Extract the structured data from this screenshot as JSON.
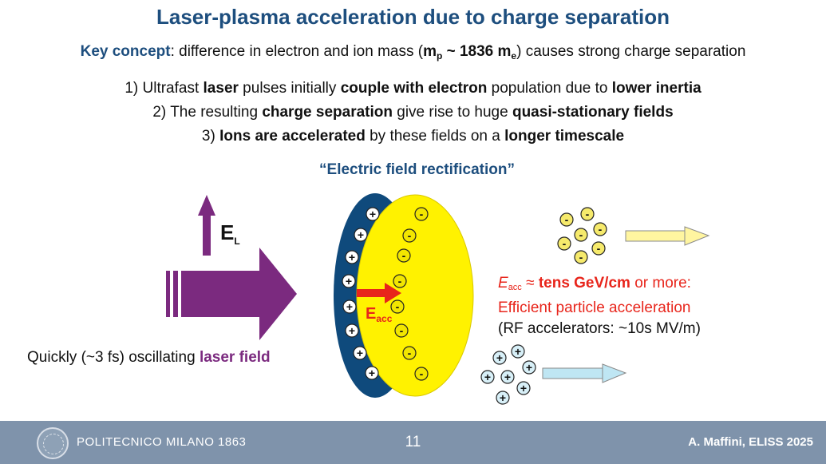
{
  "slide": {
    "title": "Laser-plasma acceleration due to charge separation",
    "key_concept": {
      "label": "Key concept",
      "text_before": ": difference in electron and ion mass (",
      "m1": "m",
      "m1_sub": "p",
      "middle": " ~ 1836 m",
      "m2_sub": "e",
      "text_after": ") causes strong charge separation"
    },
    "points": [
      {
        "a": "1) Ultrafast ",
        "b": "laser",
        "c": " pulses initially ",
        "d": "couple with electron",
        "e": " population due to ",
        "f": "lower inertia"
      },
      {
        "a": "2) The resulting ",
        "b": "charge separation",
        "c": " give rise to huge ",
        "d": "quasi-stationary fields"
      },
      {
        "a": "3) ",
        "b": "Ions are accelerated",
        "c": " by these fields on a ",
        "d": "longer timescale"
      }
    ],
    "rectification_heading": "“Electric field rectification”"
  },
  "diagram": {
    "el_label": "E",
    "el_sub": "L",
    "eacc_label": "E",
    "eacc_sub": "acc",
    "laser_caption_plain": "Quickly (~3 fs) oscillating ",
    "laser_caption_bold": "laser field",
    "acc_line1_e": "E",
    "acc_line1_sub": "acc",
    "acc_line1_approx": " ≈ ",
    "acc_line1_bold": "tens GeV/cm",
    "acc_line1_rest": " or more:",
    "acc_line2": "Efficient particle acceleration",
    "acc_line3": "(RF accelerators: ~10s MV/m)",
    "minus_sign": "-",
    "plus_sign": "+",
    "colors": {
      "title": "#1d4e7e",
      "laser": "#7b2a7f",
      "ion_layer": "#0f4a7c",
      "electron_layer": "#fff200",
      "field_arrow": "#e8251b",
      "electron_arrow": "#fff5a0",
      "ion_arrow": "#bfe6f3"
    }
  },
  "footer": {
    "institution": "POLITECNICO MILANO 1863",
    "page": "11",
    "author": "A. Maffini, ELISS 2025"
  }
}
